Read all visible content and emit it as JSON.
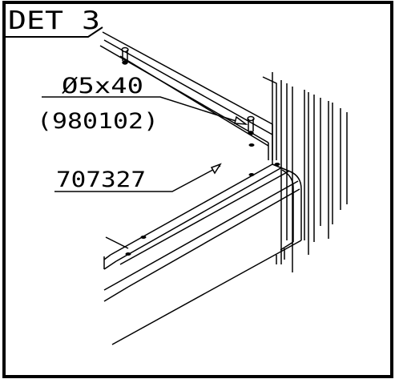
{
  "detail_label": "DET 3",
  "callouts": {
    "screw_size": "Ø5x40",
    "screw_part_number": "(980102)",
    "panel_part_number": "707327"
  },
  "colors": {
    "ink": "#000000",
    "paper": "#ffffff"
  }
}
